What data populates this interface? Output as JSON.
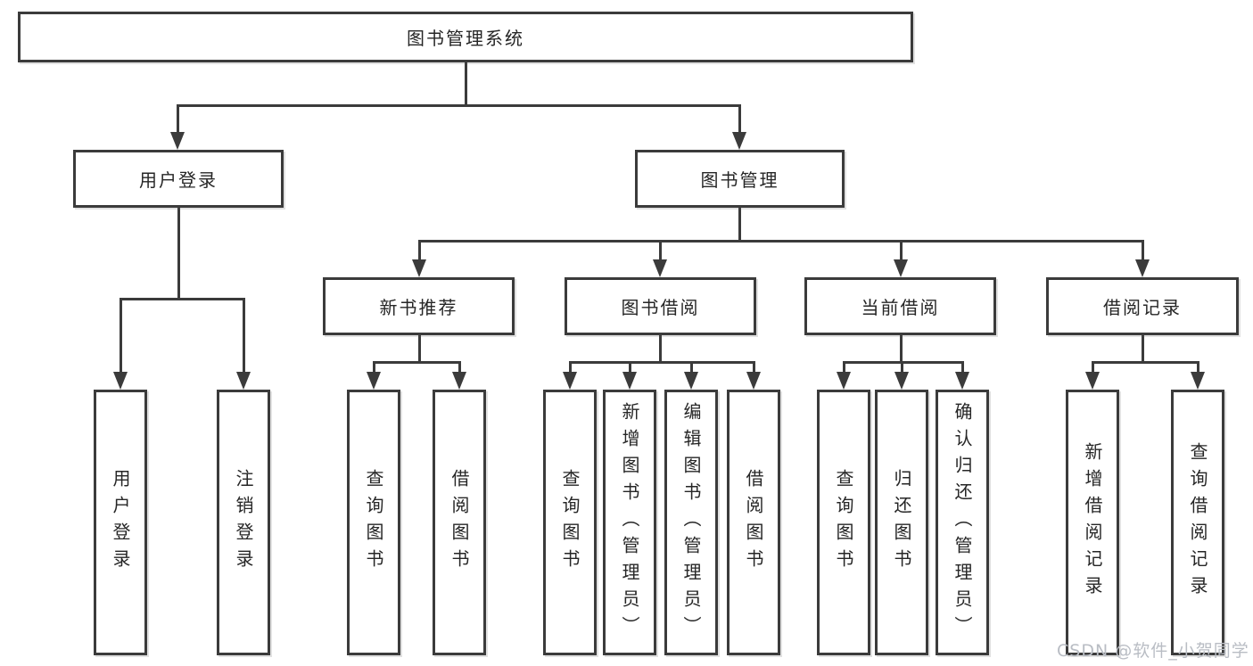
{
  "diagram": {
    "root": "图书管理系统",
    "user_login": {
      "label": "用户登录",
      "children": [
        "用户登录",
        "注销登录"
      ]
    },
    "book_mgmt": {
      "label": "图书管理",
      "new_book": {
        "label": "新书推荐",
        "children": [
          "查询图书",
          "借阅图书"
        ]
      },
      "book_borrow": {
        "label": "图书借阅",
        "children": [
          "查询图书",
          "新增图书（管理员）",
          "编辑图书（管理员）",
          "借阅图书"
        ]
      },
      "current_borrow": {
        "label": "当前借阅",
        "children": [
          "查询图书",
          "归还图书",
          "确认归还（管理员）"
        ]
      },
      "borrow_records": {
        "label": "借阅记录",
        "children": [
          "新增借阅记录",
          "查询借阅记录"
        ]
      }
    },
    "colors": {
      "line": "#3b3b3b",
      "text": "#262626",
      "box_bg": "#ffffff",
      "watermark": "#b9bdc4"
    }
  },
  "watermark": {
    "text": "CSDN @软件_小贺同学"
  }
}
